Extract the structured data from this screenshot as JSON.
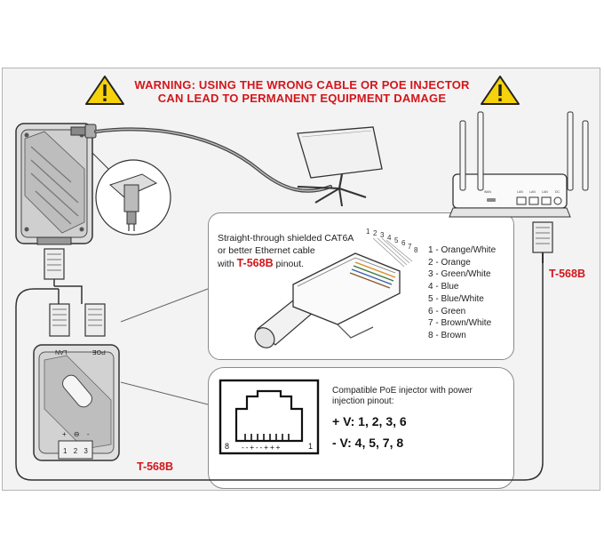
{
  "warning": {
    "line1": "WARNING: USING THE WRONG CABLE OR POE INJECTOR",
    "line2": "CAN LEAD TO PERMANENT EQUIPMENT DAMAGE"
  },
  "cable_info": {
    "line1": "Straight-through shielded CAT6A",
    "line2": "or better Ethernet cable",
    "line3_prefix": "with",
    "standard": "T-568B",
    "line3_suffix": "pinout."
  },
  "pinout": [
    "1 - Orange/White",
    "2 - Orange",
    "3 - Green/White",
    "4 - Blue",
    "5 - Blue/White",
    "6 - Green",
    "7 - Brown/White",
    "8 - Brown"
  ],
  "plug_pin_numbers": [
    "1",
    "2",
    "3",
    "4",
    "5",
    "6",
    "7",
    "8"
  ],
  "poe": {
    "desc_line1": "Compatible PoE injector with power",
    "desc_line2": "injection pinout:",
    "positive": "+ V: 1, 2, 3, 6",
    "negative": "- V: 4, 5, 7, 8",
    "jack_pin_left": "8",
    "jack_pin_right": "1",
    "jack_polarity": "- - + - - + + +"
  },
  "injector_labels": {
    "lan": "LAN",
    "poe": "POE",
    "terminal_symbols": "+ ⊖ -",
    "terminal_numbers": [
      "1",
      "2",
      "3"
    ]
  },
  "router_port_labels": [
    "WAN",
    "LAN",
    "LAN",
    "LAN",
    "DC"
  ],
  "standard_labels": {
    "right": "T-568B",
    "left": "T-568B"
  },
  "colors": {
    "warning_red": "#d4151b",
    "warning_yellow": "#f5d20a",
    "cable_line": "#555555"
  }
}
